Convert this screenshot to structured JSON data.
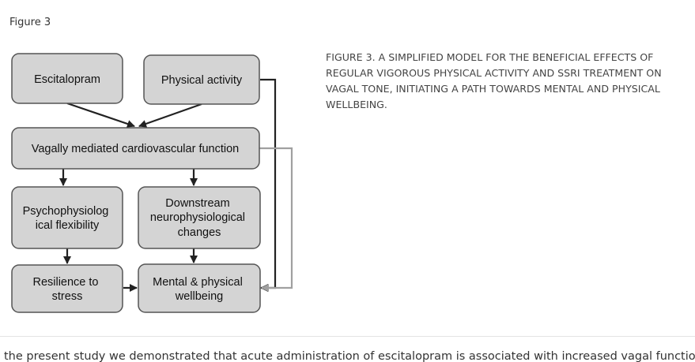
{
  "figure": {
    "label": "Figure 3",
    "caption": "FIGURE 3. A SIMPLIFIED MODEL FOR THE BENEFICIAL EFFECTS OF REGULAR VIGOROUS PHYSICAL ACTIVITY AND SSRI TREATMENT ON VAGAL TONE, INITIATING A PATH TOWARDS MENTAL AND PHYSICAL WELLBEING."
  },
  "diagram": {
    "nodes": {
      "escitalopram": [
        "Escitalopram"
      ],
      "physical_activity": [
        "Physical activity"
      ],
      "vagal": [
        "Vagally mediated cardiovascular function"
      ],
      "psycho": [
        "Psychophysiolog",
        "ical flexibility"
      ],
      "downstream": [
        "Downstream",
        "neurophysiological",
        "changes"
      ],
      "resilience": [
        "Resilience to",
        "stress"
      ],
      "wellbeing": [
        "Mental & physical",
        "wellbeing"
      ]
    },
    "colors": {
      "box_fill": "#d4d4d4",
      "box_stroke": "#555555",
      "arrow_dark": "#222222",
      "arrow_light": "#a0a0a0"
    }
  },
  "article": {
    "body_text": "the present study we demonstrated that acute administration of escitalopram is associated with increased vagal function"
  }
}
